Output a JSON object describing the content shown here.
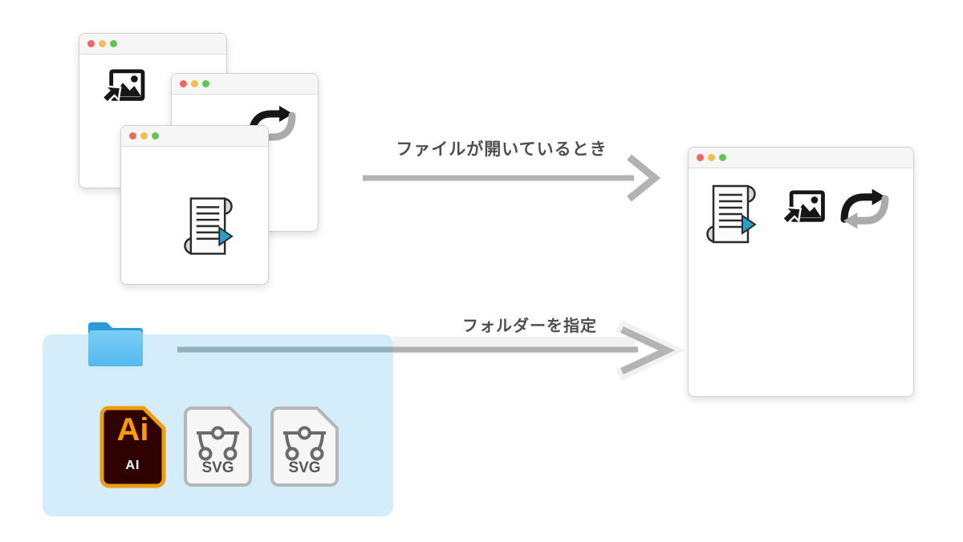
{
  "diagram": {
    "arrows": [
      {
        "label": "ファイルが開いているとき"
      },
      {
        "label": "フォルダーを指定"
      }
    ]
  },
  "windows": {
    "back_window_icon": "image-import-icon",
    "middle_window_icon": "repeat-icon",
    "front_window_icon": "script-icon",
    "result_window_icons": [
      "script-icon",
      "image-import-icon",
      "repeat-icon"
    ],
    "traffic_lights": [
      "close",
      "minimize",
      "zoom"
    ]
  },
  "folder_area": {
    "folder_icon": "folder-icon",
    "files": [
      {
        "type": "ai-file",
        "label_main": "Ai",
        "label_sub": "AI"
      },
      {
        "type": "svg-file",
        "label": "SVG"
      },
      {
        "type": "svg-file",
        "label": "SVG"
      }
    ]
  },
  "colors": {
    "arrow_gray": "#b3b3b3",
    "arrow_band_gray": "#f1f1f1",
    "label_text": "#4f4f4f",
    "folder_highlight_bg": "#d5edfb",
    "folder_blue_dark": "#2c99d9",
    "folder_blue_light": "#66c4f2",
    "traffic_red": "#ed6a5f",
    "traffic_yellow": "#f5bd4f",
    "traffic_green": "#61c554",
    "ai_orange_border": "#f09c10",
    "ai_text_orange": "#ff9a02",
    "ai_background": "#2f0202",
    "svg_file_bg": "#f6f6f6",
    "svg_file_border": "#b6b6b6",
    "script_triangle_teal": "#2da0c8",
    "icon_black": "#161616",
    "repeat_gray": "#ababab"
  }
}
